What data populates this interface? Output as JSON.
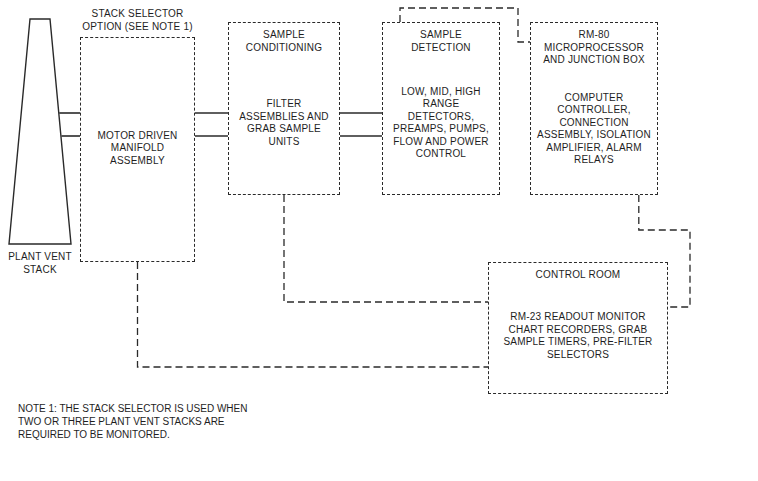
{
  "diagram": {
    "nodes": [
      {
        "text": [
          "PLANT VENT STACK"
        ]
      },
      {
        "text": [
          "STACK SELECTOR OPTION (SEE NOTE 1)",
          "MOTOR DRIVEN MANIFOLD ASSEMBLY"
        ]
      },
      {
        "text": [
          "SAMPLE CONDITIONING",
          "FILTER ASSEMBLIES AND GRAB SAMPLE UNITS"
        ]
      },
      {
        "text": [
          "SAMPLE DETECTION",
          "LOW, MID, HIGH RANGE DETECTORS, PREAMPS, PUMPS, FLOW AND POWER CONTROL"
        ]
      },
      {
        "text": [
          "RM-80 MICROPROCESSOR AND JUNCTION BOX",
          "COMPUTER CONTROLLER, CONNECTION ASSEMBLY, ISOLATION AMPLIFIER, ALARM RELAYS"
        ]
      },
      {
        "text": [
          "CONTROL ROOM",
          "RM-23 READOUT MONITOR CHART RECORDERS, GRAB SAMPLE TIMERS, PRE-FILTER SELECTORS"
        ]
      }
    ],
    "edges": [
      {
        "from": 0,
        "to": 1,
        "arrow": "none"
      },
      {
        "from": 0,
        "to": 1,
        "arrow": "none"
      },
      {
        "from": 1,
        "to": 2,
        "arrow": "none"
      },
      {
        "from": 1,
        "to": 2,
        "arrow": "none"
      },
      {
        "from": 2,
        "to": 3,
        "arrow": "none"
      },
      {
        "from": 2,
        "to": 3,
        "arrow": "none"
      },
      {
        "from": 3,
        "to": 4,
        "arrow": "none"
      },
      {
        "from": 1,
        "to": 5,
        "arrow": "none"
      },
      {
        "from": 2,
        "to": 5,
        "arrow": "none"
      },
      {
        "from": 4,
        "to": 5,
        "arrow": "none"
      }
    ],
    "labels": [
      "NOTE 1: THE STACK SELECTOR IS USED WHEN TWO OR THREE PLANT VENT STACKS ARE REQUIRED TO BE MONITORED."
    ]
  }
}
